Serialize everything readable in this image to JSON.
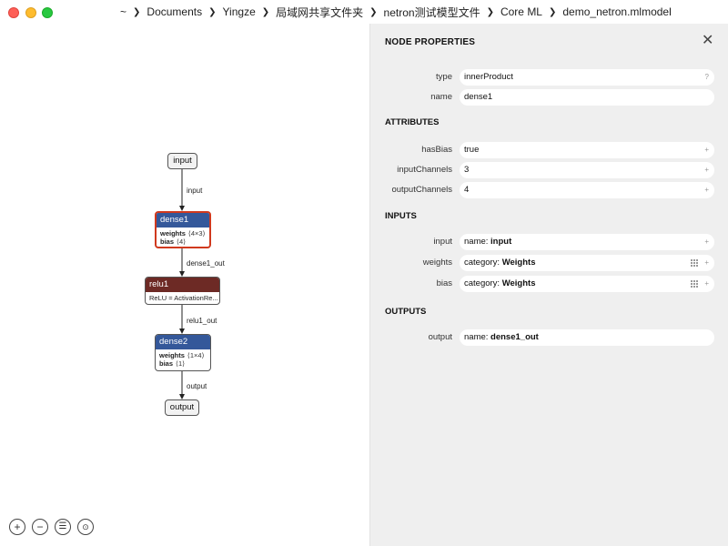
{
  "window": {
    "breadcrumb": [
      "~",
      "Documents",
      "Yingze",
      "局域网共享文件夹",
      "netron测试模型文件",
      "Core ML",
      "demo_netron.mlmodel"
    ]
  },
  "graph": {
    "input_node": "input",
    "output_node": "output",
    "edges": [
      "input",
      "dense1_out",
      "relu1_out",
      "output"
    ],
    "dense1": {
      "title": "dense1",
      "weights_label": "weights",
      "weights_shape": "⟨4×3⟩",
      "bias_label": "bias",
      "bias_shape": "⟨4⟩"
    },
    "relu1": {
      "title": "relu1",
      "body": "ReLU = ActivationRe..."
    },
    "dense2": {
      "title": "dense2",
      "weights_label": "weights",
      "weights_shape": "⟨1×4⟩",
      "bias_label": "bias",
      "bias_shape": "⟨1⟩"
    },
    "zoom_controls": [
      "zoom-in-icon",
      "zoom-out-icon",
      "list-icon",
      "center-icon"
    ]
  },
  "panel": {
    "title": "NODE PROPERTIES",
    "close_icon": "close-icon",
    "properties": [
      {
        "label": "type",
        "value": "innerProduct",
        "button": "?"
      },
      {
        "label": "name",
        "value": "dense1"
      }
    ],
    "attributes_header": "ATTRIBUTES",
    "attributes": [
      {
        "label": "hasBias",
        "value": "true",
        "button": "+"
      },
      {
        "label": "inputChannels",
        "value": "3",
        "button": "+"
      },
      {
        "label": "outputChannels",
        "value": "4",
        "button": "+"
      }
    ],
    "inputs_header": "INPUTS",
    "inputs": [
      {
        "label": "input",
        "key": "name: ",
        "value": "input",
        "button": "+"
      },
      {
        "label": "weights",
        "key": "category: ",
        "value": "Weights",
        "button": "+"
      },
      {
        "label": "bias",
        "key": "category: ",
        "value": "Weights",
        "button": "+"
      }
    ],
    "outputs_header": "OUTPUTS",
    "outputs": [
      {
        "label": "output",
        "key": "name: ",
        "value": "dense1_out"
      }
    ]
  },
  "colors": {
    "dense_header": "#34589a",
    "activation_header": "#6d2a25",
    "selected_border": "#d0391e",
    "panel_bg": "#efefef"
  }
}
